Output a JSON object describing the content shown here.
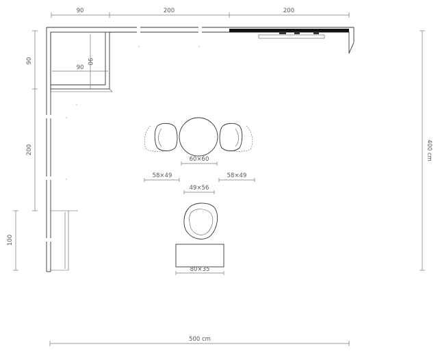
{
  "plan": {
    "top_dims": [
      "90",
      "200",
      "200"
    ],
    "left_dims": [
      "90",
      "200",
      "100"
    ],
    "right_dim": "400 cm",
    "bottom_dim": "500 cm",
    "cabinet_dims": [
      "90",
      "90"
    ],
    "furniture_labels": {
      "table": "60×60",
      "chair_left": "58×49",
      "chair_right": "58×49",
      "armchair": "49×56",
      "bench": "80×35"
    }
  }
}
